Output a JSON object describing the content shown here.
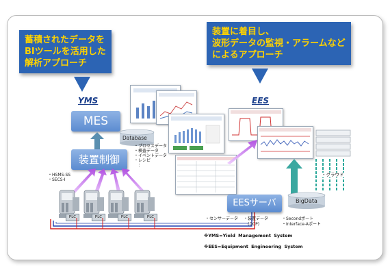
{
  "callout_left": {
    "lines": [
      "蓄積されたデータを",
      "BIツールを活用した",
      "解析アプローチ"
    ]
  },
  "callout_right": {
    "lines": [
      "装置に着目し、",
      "波形データの監視・アラームなど",
      "によるアプローチ"
    ]
  },
  "yms_label": "YMS",
  "ees_label": "EES",
  "mes_label": "MES",
  "database_label": "Database",
  "equipment_control_label": "装置制御",
  "data_list": [
    "・プロセスデータ",
    "・検査データ",
    "・イベントデータ",
    "・レシピ",
    "　："
  ],
  "protocols": [
    "・HSMS-SS",
    "・SECS-Ⅰ"
  ],
  "plc_label": "PLC",
  "ees_server_label": "EESサーバ",
  "bigdata_label": "BigData",
  "cloud_label": "・クラウド",
  "sensor_data_label": "・センサーデータ",
  "equipment_data_label": [
    "・装置データ",
    "(DCP)"
  ],
  "port_labels": [
    "・Secondポート",
    "・Interface-Aポート"
  ],
  "footnotes": [
    "※YMS=Yield Management System",
    "※EES=Equipment Engineering System"
  ],
  "colors": {
    "accent": "#2c64b4",
    "callout_text": "#ffd200",
    "box_blue": "#6b98d8",
    "arrow_purple": "#c070e0"
  }
}
